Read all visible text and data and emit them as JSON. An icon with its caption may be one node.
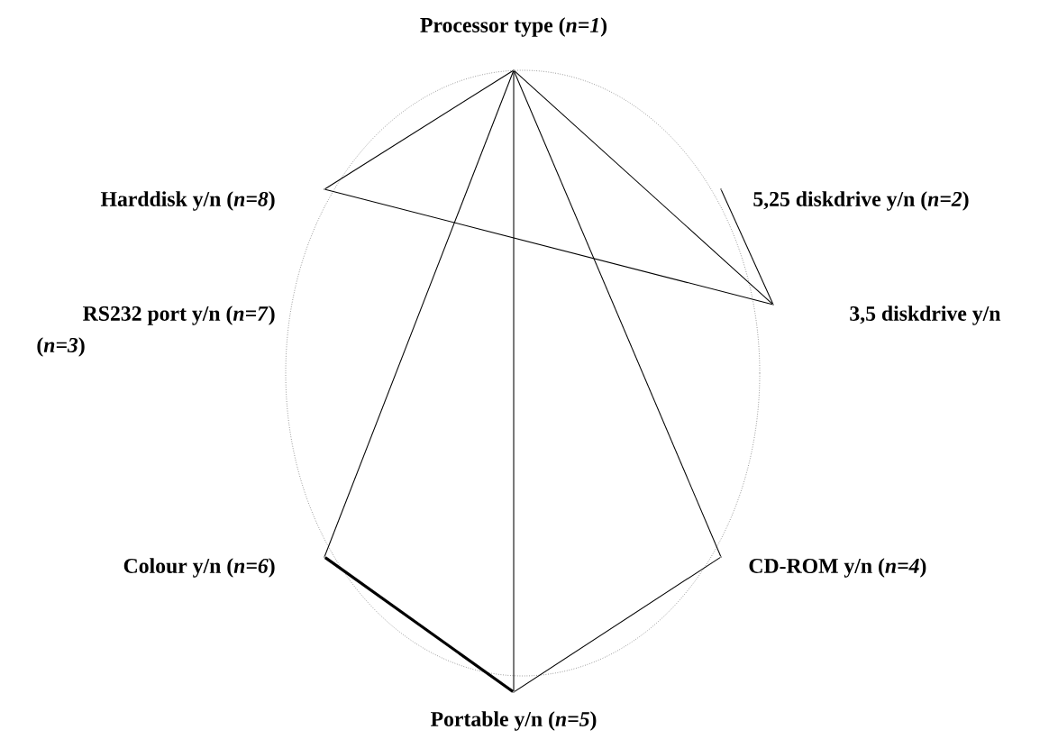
{
  "diagram": {
    "nodes": [
      {
        "text": [],
        "shape": "point",
        "beside": [
          "Processor type (*n=1*)"
        ]
      },
      {
        "text": [],
        "shape": "point",
        "beside": [
          "Harddisk y/n  (*n=8*)"
        ]
      },
      {
        "text": [],
        "shape": "point",
        "beside": [
          "5,25 diskdrive y/n (*n=2*)"
        ]
      },
      {
        "text": [],
        "shape": "point",
        "beside": [
          "3,5  diskdrive  y/n"
        ]
      },
      {
        "text": [],
        "shape": "point",
        "beside": [
          "Colour y/n  (*n=6*)"
        ]
      },
      {
        "text": [],
        "shape": "point",
        "beside": [
          "CD-ROM  y/n (*n=4*)"
        ]
      },
      {
        "text": [],
        "shape": "point",
        "beside": [
          "Portable  y/n (*n=5*)"
        ]
      }
    ],
    "edges": [
      {
        "from": 0,
        "to": 1,
        "arrow": "none"
      },
      {
        "from": 0,
        "to": 4,
        "arrow": "none"
      },
      {
        "from": 0,
        "to": 6,
        "arrow": "none"
      },
      {
        "from": 0,
        "to": 5,
        "arrow": "none"
      },
      {
        "from": 0,
        "to": 3,
        "arrow": "none"
      },
      {
        "from": 1,
        "to": 3,
        "arrow": "none"
      },
      {
        "from": 2,
        "to": 3,
        "arrow": "none"
      },
      {
        "from": 4,
        "to": 6,
        "arrow": "none",
        "style": "thick"
      },
      {
        "from": 6,
        "to": 5,
        "arrow": "none"
      }
    ],
    "labels": [
      "RS232 port y/n  (*n=7*)",
      "(*n=3*)"
    ]
  }
}
